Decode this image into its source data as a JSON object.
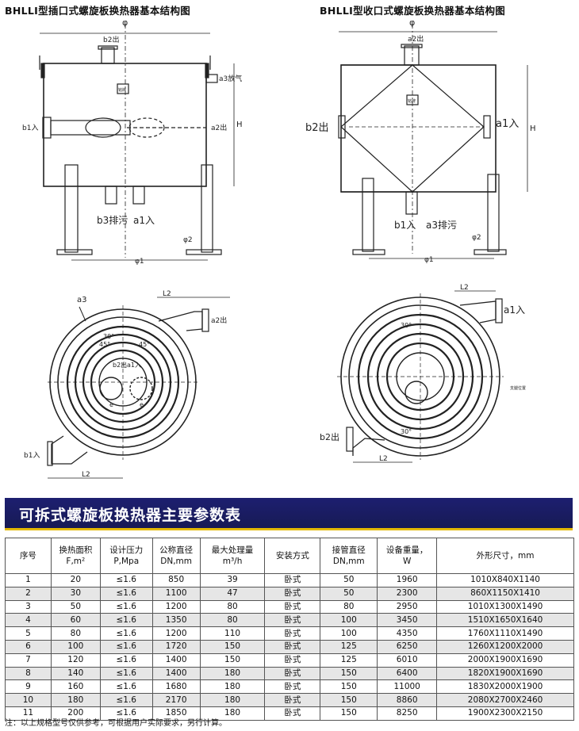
{
  "titles": {
    "left": "BHLLI型插口式螺旋板换热器基本结构图",
    "right": "BHLLI型收口式螺旋板换热器基本结构图"
  },
  "drawing_labels": {
    "phi": "φ",
    "b2_out": "b2出",
    "a3_vent": "a3放气",
    "b1_in": "b1入",
    "a2_out": "a2出",
    "H": "H",
    "b3_drain": "b3排污",
    "a1_in": "a1入",
    "phi2": "φ2",
    "phi1": "φ1",
    "a2_out_r": "a2出",
    "b2_out_big": "b2出",
    "a1_in_big": "a1入",
    "b1_in_r": "b1入",
    "a3_drain": "a3排污",
    "nameplate": "铭牌",
    "a3": "a3",
    "L2": "L2",
    "deg30": "30°",
    "deg45": "45°",
    "b2": "b2出",
    "a1": "a1入",
    "e": "e",
    "support": "支腿位置"
  },
  "section_title": "可拆式螺旋板换热器主要参数表",
  "table": {
    "headers": [
      [
        "序号"
      ],
      [
        "换热面积",
        "F,m²"
      ],
      [
        "设计压力",
        "P,Mpa"
      ],
      [
        "公称直径",
        "DN,mm"
      ],
      [
        "最大处理量",
        "m³/h"
      ],
      [
        "安装方式"
      ],
      [
        "接管直径",
        "DN,mm"
      ],
      [
        "设备重量，",
        "W"
      ],
      [
        "外形尺寸，mm"
      ]
    ],
    "rows": [
      [
        "1",
        "20",
        "≤1.6",
        "850",
        "39",
        "卧式",
        "50",
        "1960",
        "1010X840X1140"
      ],
      [
        "2",
        "30",
        "≤1.6",
        "1100",
        "47",
        "卧式",
        "50",
        "2300",
        "860X1150X1410"
      ],
      [
        "3",
        "50",
        "≤1.6",
        "1200",
        "80",
        "卧式",
        "80",
        "2950",
        "1010X1300X1490"
      ],
      [
        "4",
        "60",
        "≤1.6",
        "1350",
        "80",
        "卧式",
        "100",
        "3450",
        "1510X1650X1640"
      ],
      [
        "5",
        "80",
        "≤1.6",
        "1200",
        "110",
        "卧式",
        "100",
        "4350",
        "1760X1110X1490"
      ],
      [
        "6",
        "100",
        "≤1.6",
        "1720",
        "150",
        "卧式",
        "125",
        "6250",
        "1260X1200X2000"
      ],
      [
        "7",
        "120",
        "≤1.6",
        "1400",
        "150",
        "卧式",
        "125",
        "6010",
        "2000X1900X1690"
      ],
      [
        "8",
        "140",
        "≤1.6",
        "1400",
        "180",
        "卧式",
        "150",
        "6400",
        "1820X1900X1690"
      ],
      [
        "9",
        "160",
        "≤1.6",
        "1680",
        "180",
        "卧式",
        "150",
        "11000",
        "1830X2000X1900"
      ],
      [
        "10",
        "180",
        "≤1.6",
        "2170",
        "180",
        "卧式",
        "150",
        "8860",
        "2080X2700X2460"
      ],
      [
        "11",
        "200",
        "≤1.6",
        "1850",
        "180",
        "卧式",
        "150",
        "8250",
        "1900X2300X2150"
      ]
    ]
  },
  "note": "注：以上规格型号仅供参考，可根据用户实际要求，另行计算。"
}
